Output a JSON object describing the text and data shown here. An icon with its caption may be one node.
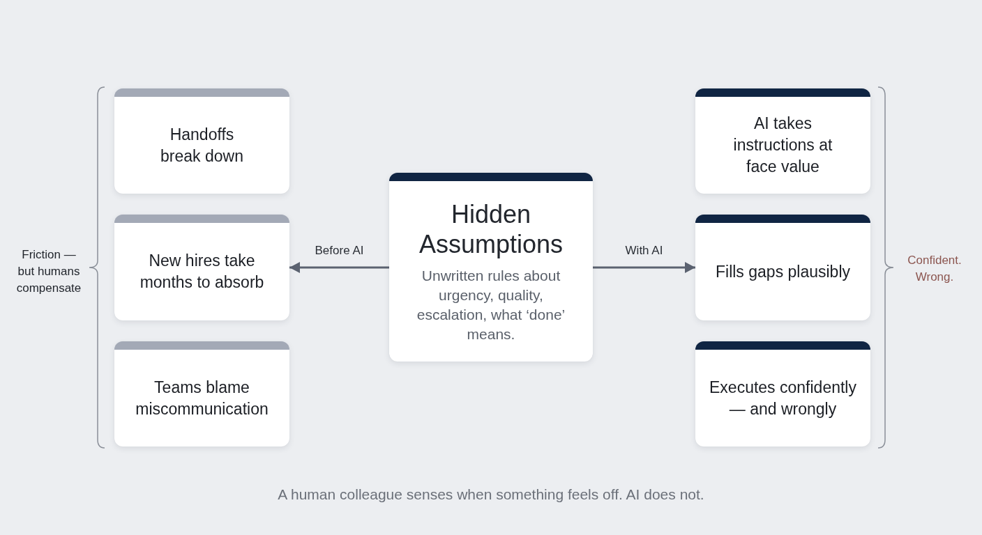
{
  "diagram": {
    "nodes": [
      {
        "text": [
          "Handoffs break down"
        ]
      },
      {
        "text": [
          "New hires take months to absorb"
        ]
      },
      {
        "text": [
          "Teams blame miscommunication"
        ]
      },
      {
        "text": [
          "Hidden Assumptions",
          "Unwritten rules about urgency, quality, escalation, what ‘done’ means."
        ]
      },
      {
        "text": [
          "AI takes instructions at face value"
        ]
      },
      {
        "text": [
          "Fills gaps plausibly"
        ]
      },
      {
        "text": [
          "Executes confidently — and wrongly"
        ]
      }
    ],
    "edges": [
      {
        "from": 3,
        "to": 1,
        "arrow": "to",
        "label": "Before AI"
      },
      {
        "from": 3,
        "to": 5,
        "arrow": "to",
        "label": "With AI"
      }
    ],
    "labels": [
      "Friction — but humans compensate",
      "Confident. Wrong."
    ],
    "caption": "A human colleague senses when something feels off. AI does not."
  }
}
